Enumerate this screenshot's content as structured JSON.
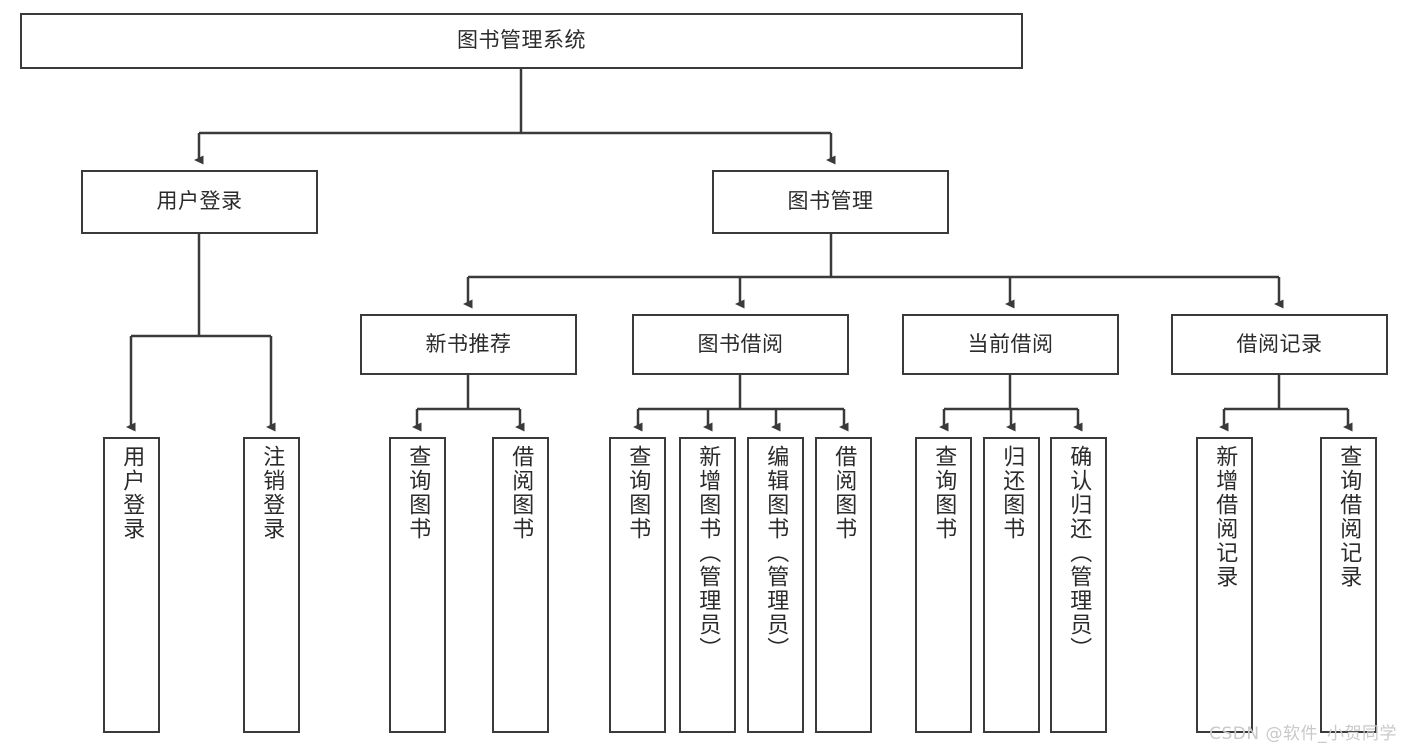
{
  "diagram": {
    "title": "图书管理系统",
    "type": "tree-hierarchy",
    "stroke_color": "#3a3a3a",
    "text_color": "#2b2b2b",
    "background_color": "#ffffff",
    "root": {
      "label": "图书管理系统"
    },
    "level2": [
      {
        "label": "用户登录"
      },
      {
        "label": "图书管理"
      }
    ],
    "level3": [
      {
        "label": "新书推荐"
      },
      {
        "label": "图书借阅"
      },
      {
        "label": "当前借阅"
      },
      {
        "label": "借阅记录"
      }
    ],
    "leaves": {
      "user_login": [
        {
          "label": "用户登录"
        },
        {
          "label": "注销登录"
        }
      ],
      "new_book_recommend": [
        {
          "label": "查询图书"
        },
        {
          "label": "借阅图书"
        }
      ],
      "book_borrow": [
        {
          "label": "查询图书"
        },
        {
          "label": "新增图书（管理员）"
        },
        {
          "label": "编辑图书（管理员）"
        },
        {
          "label": "借阅图书"
        }
      ],
      "current_borrow": [
        {
          "label": "查询图书"
        },
        {
          "label": "归还图书"
        },
        {
          "label": "确认归还（管理员）"
        }
      ],
      "borrow_record": [
        {
          "label": "新增借阅记录"
        },
        {
          "label": "查询借阅记录"
        }
      ]
    }
  },
  "watermark": {
    "text": "CSDN @软件_小贺同学"
  }
}
